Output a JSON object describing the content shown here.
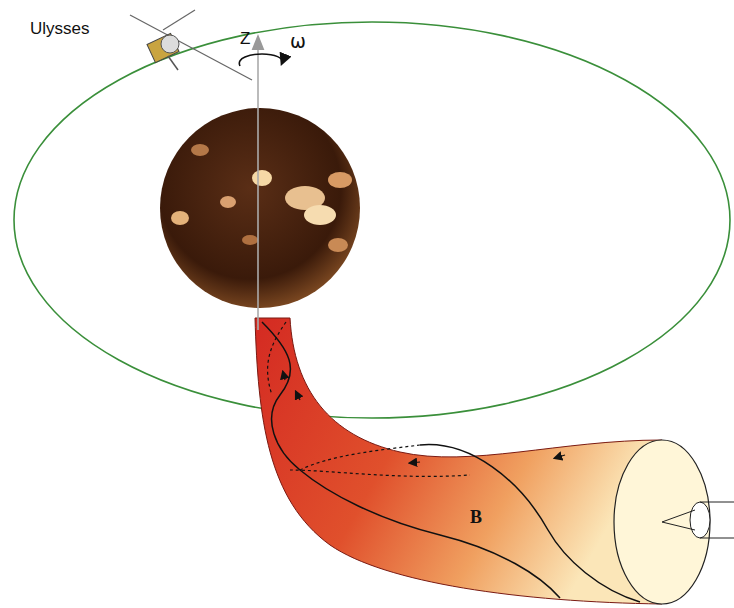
{
  "diagram": {
    "labels": [
      "Ulysses",
      "Z",
      "ω",
      "B"
    ]
  }
}
